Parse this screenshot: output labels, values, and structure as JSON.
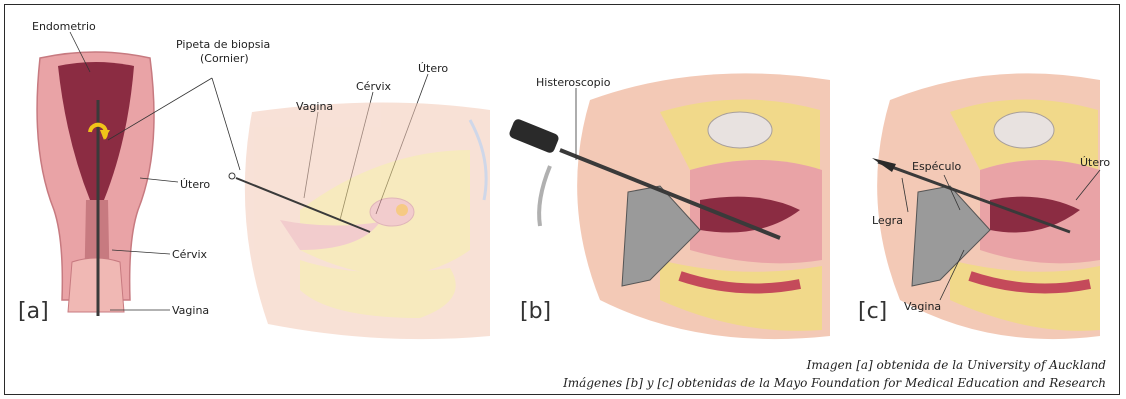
{
  "panel_a": {
    "tag": "[a]",
    "labels": {
      "endometrio": "Endometrio",
      "pipeta_line1": "Pipeta de biopsia",
      "pipeta_line2": "(Cornier)",
      "utero": "Útero",
      "cervix": "Cérvix",
      "vagina": "Vagina",
      "side_vagina": "Vagina",
      "side_cervix": "Cérvix",
      "side_utero": "Útero"
    }
  },
  "panel_b": {
    "tag": "[b]",
    "labels": {
      "histeroscopio": "Histeroscopio"
    }
  },
  "panel_c": {
    "tag": "[c]",
    "labels": {
      "especulo": "Espéculo",
      "utero": "Útero",
      "legra": "Legra",
      "vagina": "Vagina"
    }
  },
  "credits": {
    "line1": "Imagen [a] obtenida de la University of Auckland",
    "line2": "Imágenes [b] y [c] obtenidas de la Mayo Foundation for Medical Education and Research"
  },
  "colors": {
    "uterus_wall": "#e9a3a6",
    "uterus_inner": "#8b2c42",
    "skin": "#f3c9b6",
    "fat": "#f1d98a",
    "instrument": "#3a3a3a"
  }
}
